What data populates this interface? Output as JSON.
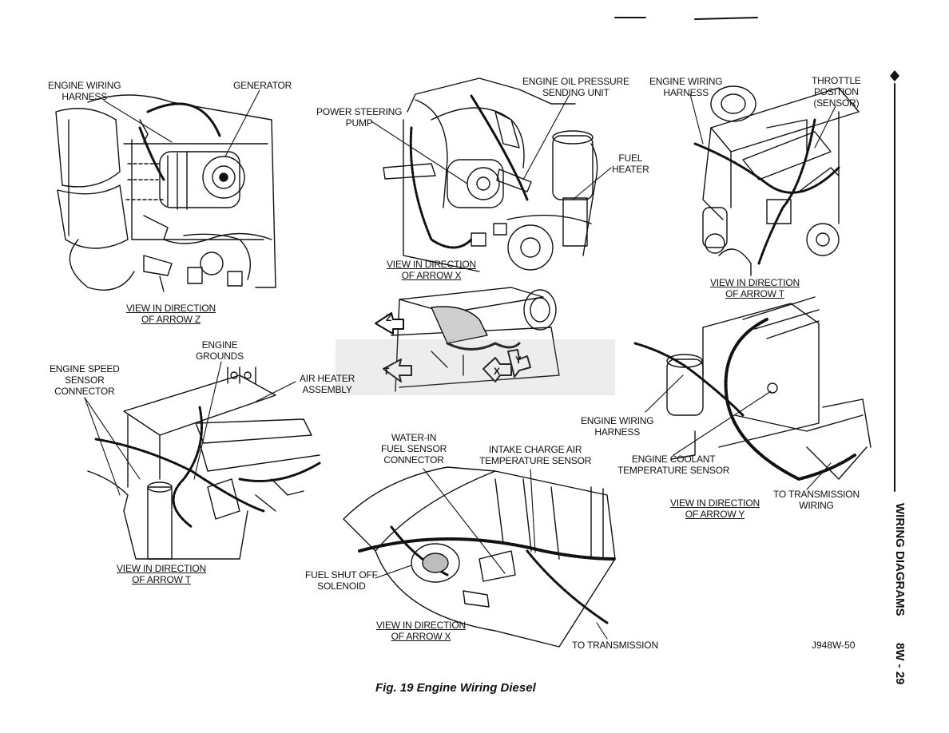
{
  "figure": {
    "caption": "Fig. 19 Engine Wiring Diesel",
    "ref_code": "J948W-50"
  },
  "side_tab": {
    "section_title": "WIRING DIAGRAMS",
    "page_number": "8W - 29"
  },
  "views": {
    "arrow_z": {
      "labels": {
        "harness": "ENGINE WIRING\nHARNESS",
        "generator": "GENERATOR"
      },
      "view_caption": "VIEW IN DIRECTION\nOF ARROW Z"
    },
    "arrow_x_top": {
      "labels": {
        "oil_pressure": "ENGINE OIL PRESSURE\nSENDING UNIT",
        "power_steering": "POWER STEERING\nPUMP",
        "fuel_heater": "FUEL\nHEATER"
      },
      "view_caption": "VIEW IN DIRECTION\nOF ARROW X"
    },
    "arrow_t_top": {
      "labels": {
        "harness": "ENGINE WIRING\nHARNESS",
        "throttle": "THROTTLE\nPOSITION\n(SENSOR)"
      },
      "view_caption": "VIEW IN DIRECTION\nOF ARROW T"
    },
    "engine_key": {
      "arrows": [
        "Z",
        "T",
        "X",
        "Y"
      ]
    },
    "arrow_t_bottom": {
      "labels": {
        "grounds": "ENGINE\nGROUNDS",
        "speed_sensor": "ENGINE SPEED\nSENSOR\nCONNECTOR",
        "air_heater": "AIR HEATER\nASSEMBLY"
      },
      "view_caption": "VIEW IN DIRECTION\nOF ARROW T"
    },
    "arrow_y": {
      "labels": {
        "harness": "ENGINE WIRING\nHARNESS",
        "coolant": "ENGINE COOLANT\nTEMPERATURE SENSOR",
        "transmission": "TO TRANSMISSION\nWIRING"
      },
      "view_caption": "VIEW IN DIRECTION\nOF ARROW Y"
    },
    "arrow_x_bottom": {
      "labels": {
        "water_in": "WATER-IN\nFUEL SENSOR\nCONNECTOR",
        "intake_air": "INTAKE CHARGE AIR\nTEMPERATURE SENSOR",
        "shut_off": "FUEL SHUT OFF\nSOLENOID",
        "transmission": "TO TRANSMISSION"
      },
      "view_caption": "VIEW IN DIRECTION\nOF ARROW X"
    }
  },
  "colors": {
    "ink": "#111111",
    "paper": "#ffffff",
    "shade": "#9a9a9a"
  }
}
